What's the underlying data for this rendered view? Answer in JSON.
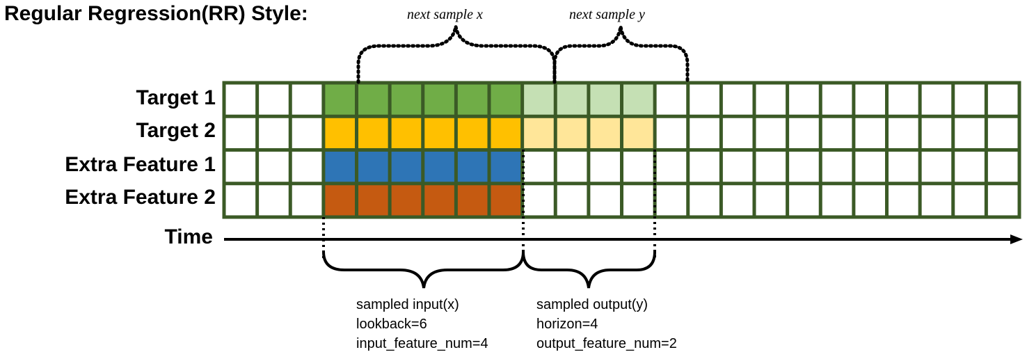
{
  "title": "Regular Regression(RR) Style:",
  "rows": [
    "Target 1",
    "Target 2",
    "Extra Feature 1",
    "Extra Feature 2"
  ],
  "time_label": "Time",
  "next_x_label": "next sample x",
  "next_y_label": "next sample y",
  "input_desc": {
    "line1": "sampled input(x)",
    "line2": "lookback=6",
    "line3": "input_feature_num=4"
  },
  "output_desc": {
    "line1": "sampled output(y)",
    "line2": "horizon=4",
    "line3": "output_feature_num=2"
  },
  "grid": {
    "total_steps": 24,
    "input_start": 3,
    "lookback": 6,
    "horizon": 4,
    "output_rows": 2,
    "border_color": "#3b5a26"
  },
  "colors": {
    "input": [
      "#70ad47",
      "#ffc000",
      "#2e75b6",
      "#c55a11"
    ],
    "output": [
      "#c5e0b4",
      "#ffe699"
    ]
  }
}
